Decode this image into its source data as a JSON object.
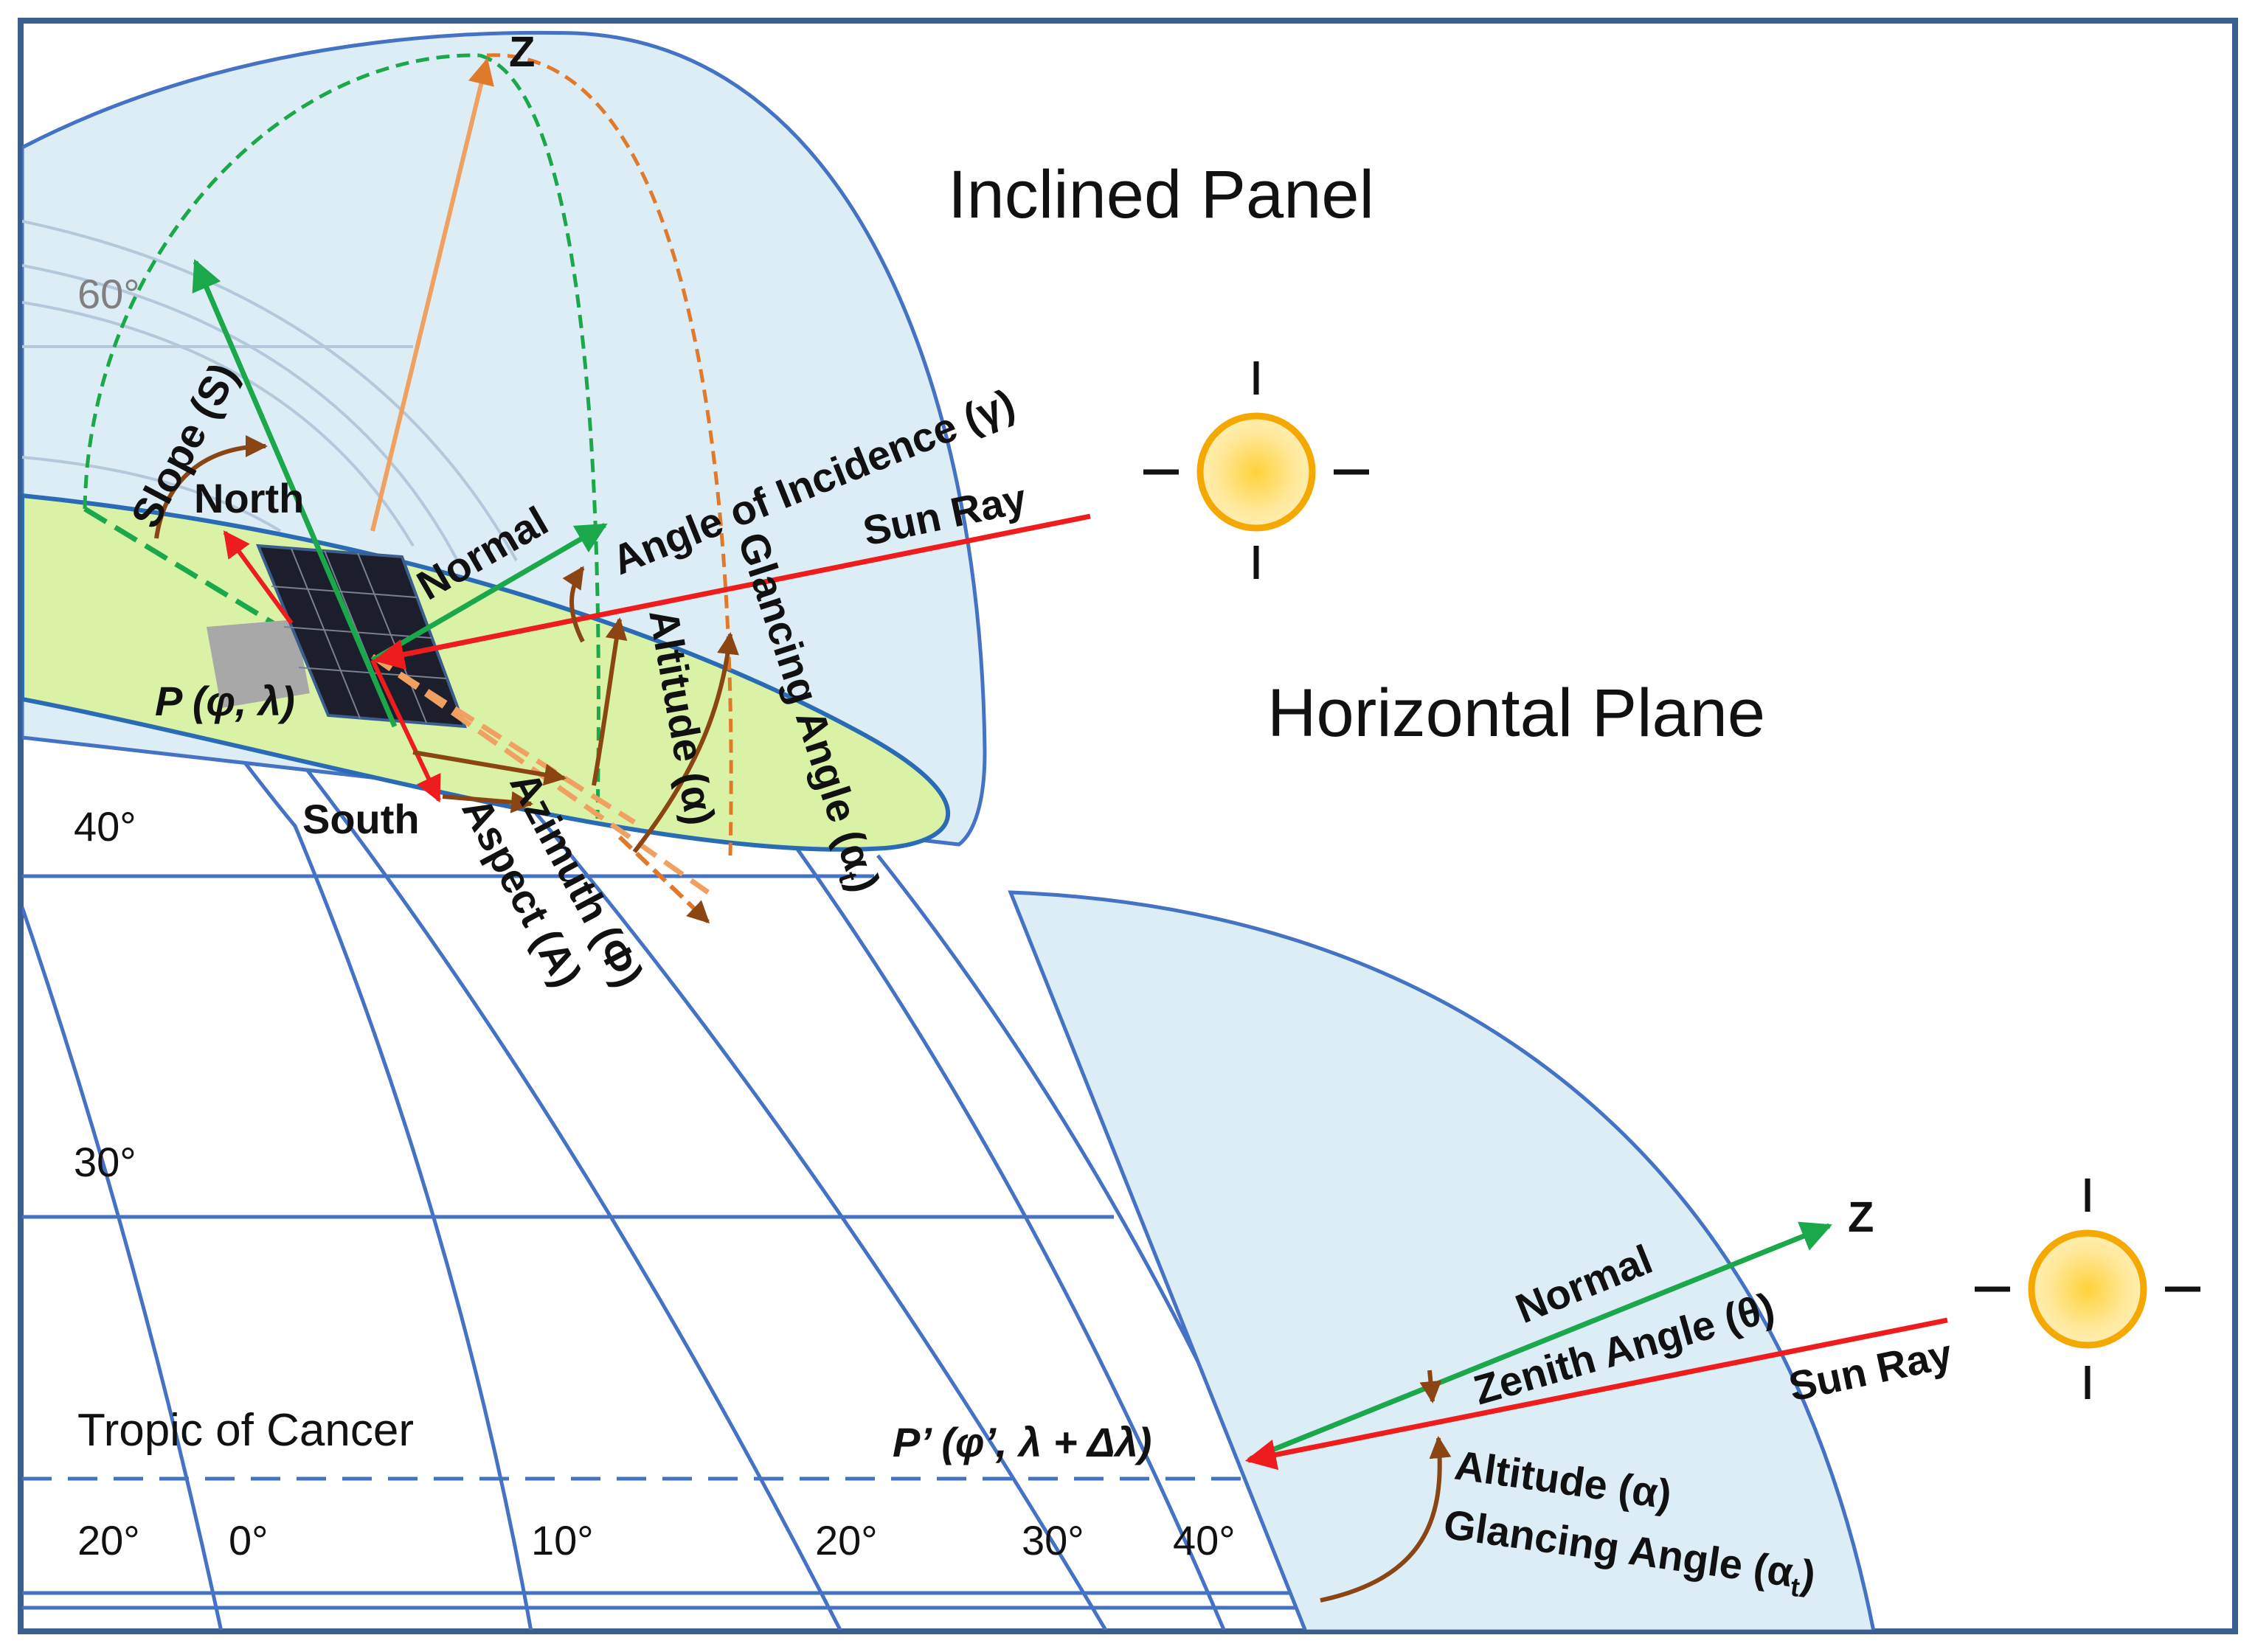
{
  "titles": {
    "inclined": "Inclined Panel",
    "horizontal": "Horizontal Plane"
  },
  "labels": {
    "z_top": "Z",
    "z_right": "Z",
    "slope": "Slope (S)",
    "north": "North",
    "normal_top": "Normal",
    "angle_incidence": "Angle of Incidence (γ)",
    "sun_ray_top": "Sun Ray",
    "glancing_top": "Glancing Angle (α",
    "glancing_top_sub": "t",
    "glancing_top_close": ")",
    "altitude_top": "Altitude (α)",
    "point_p": "P (φ, λ)",
    "south": "South",
    "azimuth": "Azimuth (Φ)",
    "aspect": "Aspect (A)",
    "normal_bottom": "Normal",
    "zenith": "Zenith Angle (θ)",
    "sun_ray_bottom": "Sun Ray",
    "point_p_prime": "P’ (φ’, λ + Δλ)",
    "altitude_bottom": "Altitude (α)",
    "glancing_bottom": "Glancing Angle (α",
    "glancing_bottom_sub": "t",
    "glancing_bottom_close": ")",
    "tropic": "Tropic of Cancer"
  },
  "latitudes": {
    "lat60": "60°",
    "lat40": "40°",
    "lat30": "30°"
  },
  "longitudes": [
    "20°",
    "0°",
    "10°",
    "20°",
    "30°",
    "40°"
  ],
  "colors": {
    "frame": "#3a5f8f",
    "grid": "#4472c4",
    "dome": "#dcedf5",
    "ground": "#d9f2a6",
    "normal": "#1aa84a",
    "sun_ray": "#ee1c1c",
    "arc": "#8b4513",
    "orange": "#f0a060",
    "sun_fill": "#ffc830",
    "sun_ring": "#f5a800"
  },
  "icons": [
    "sun-icon-top",
    "sun-icon-bottom",
    "solar-panel-icon"
  ]
}
